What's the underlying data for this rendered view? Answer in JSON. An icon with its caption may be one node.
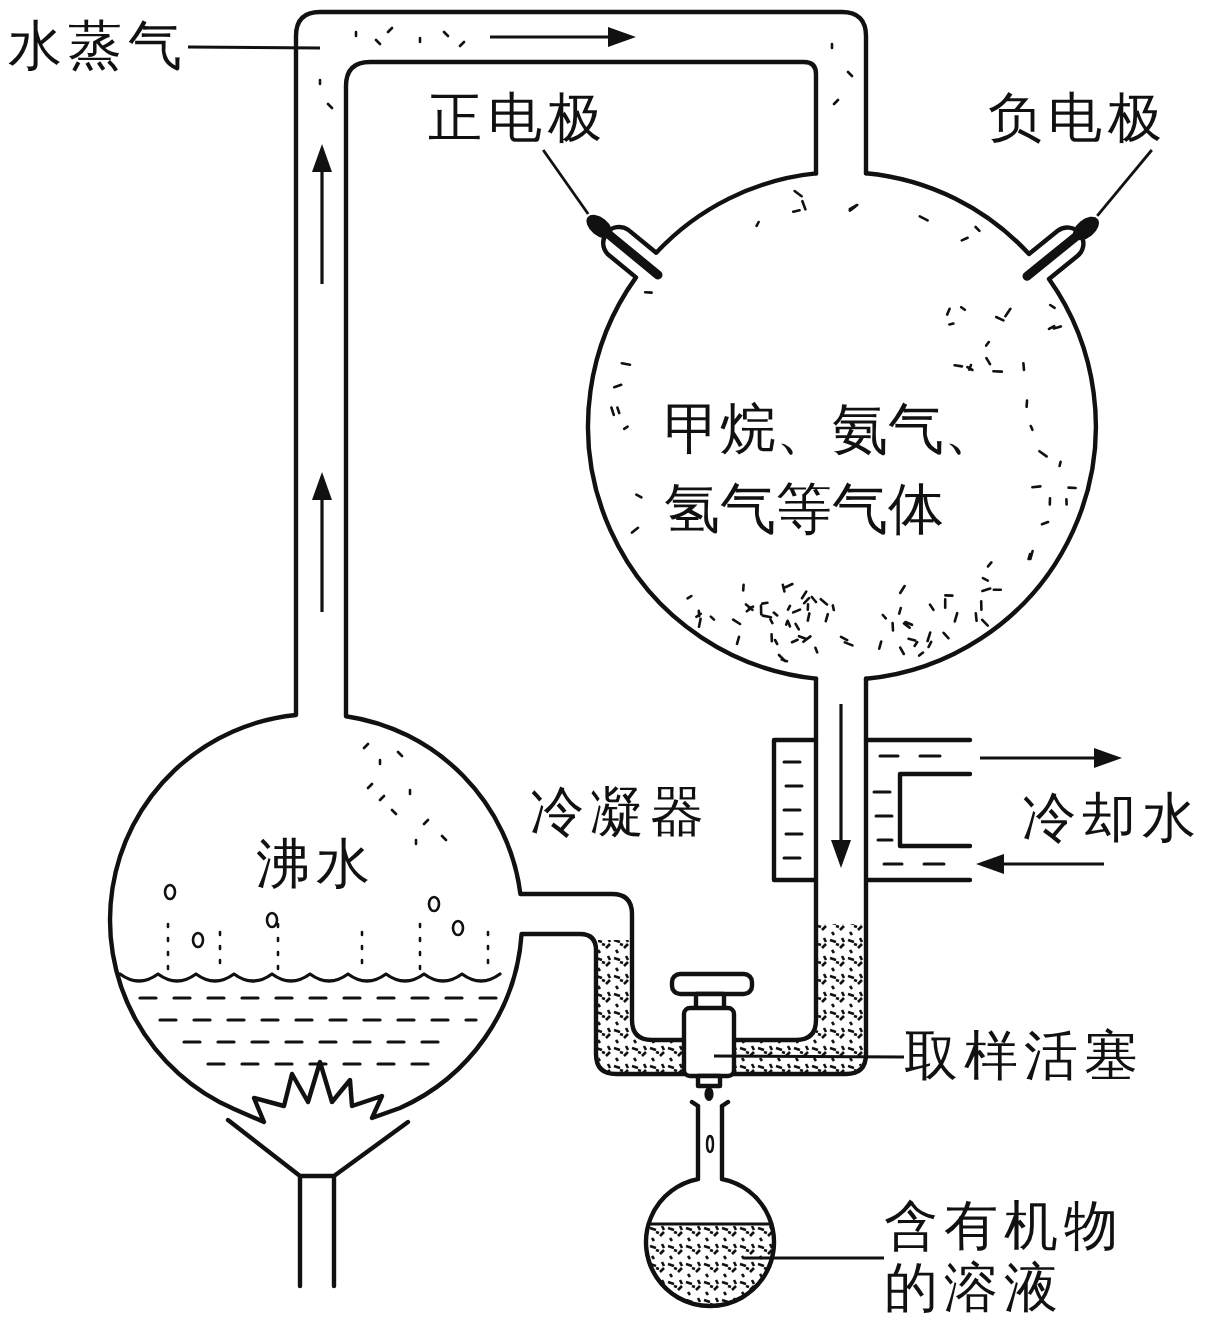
{
  "diagram": {
    "nodes": [
      {
        "text": [
          "水蒸气"
        ]
      },
      {
        "text": [
          "正电极"
        ]
      },
      {
        "text": [
          "负电极"
        ]
      },
      {
        "text": [],
        "shape": "bar"
      },
      {
        "text": [],
        "shape": "bar"
      },
      {
        "text": [
          "取样活塞"
        ]
      },
      {
        "text": [
          "含有机物的溶液"
        ]
      }
    ],
    "edges": [
      {
        "from": 0,
        "to": null,
        "arrow": "none"
      },
      {
        "from": 1,
        "to": 3,
        "arrow": "none"
      },
      {
        "from": 2,
        "to": 4,
        "arrow": "none"
      },
      {
        "from": 5,
        "to": null,
        "arrow": "none"
      },
      {
        "from": 6,
        "to": null,
        "arrow": "none"
      }
    ],
    "labels": [
      "甲烷、氨气、氢气等气体",
      "冷凝器",
      "冷却水",
      "沸水"
    ]
  }
}
